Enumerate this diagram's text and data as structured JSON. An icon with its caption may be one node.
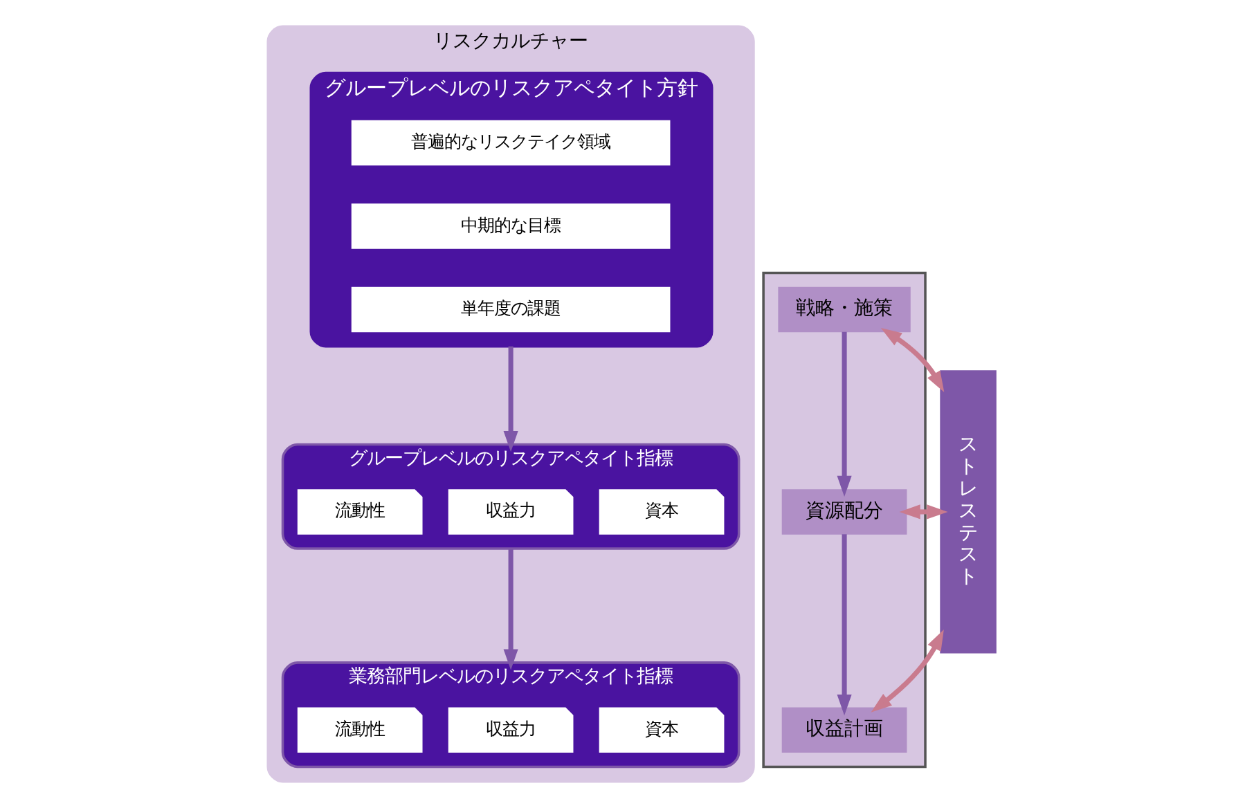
{
  "diagram": {
    "nodes": [
      {
        "text": [
          "リスクカルチャー"
        ]
      },
      {
        "text": [
          "グループレベルのリスクアペタイト方針"
        ],
        "in": 0
      },
      {
        "text": [
          "普遍的なリスクテイク領域"
        ],
        "in": 1
      },
      {
        "text": [
          "中期的な目標"
        ],
        "in": 1
      },
      {
        "text": [
          "単年度の課題"
        ],
        "in": 1
      },
      {
        "text": [
          "グループレベルのリスクアペタイト指標"
        ],
        "in": 0
      },
      {
        "text": [
          "資本"
        ],
        "in": 5
      },
      {
        "text": [
          "収益力"
        ],
        "in": 5
      },
      {
        "text": [
          "流動性"
        ],
        "in": 5
      },
      {
        "text": [
          "業務部門レベルのリスクアペタイト指標"
        ],
        "in": 0
      },
      {
        "text": [
          "資本"
        ],
        "in": 9
      },
      {
        "text": [
          "収益力"
        ],
        "in": 9
      },
      {
        "text": [
          "流動性"
        ],
        "in": 9
      },
      {
        "text": [
          "ストレステスト"
        ]
      },
      {
        "text": [],
        "shape": "box"
      },
      {
        "text": [
          "戦略・施策"
        ],
        "in": 14
      },
      {
        "text": [
          "資源配分"
        ],
        "in": 14
      },
      {
        "text": [
          "収益計画"
        ],
        "in": 14
      }
    ],
    "edges": [
      {
        "from": 1,
        "to": 5,
        "arrow": "to"
      },
      {
        "from": 5,
        "to": 9,
        "arrow": "to"
      },
      {
        "from": 15,
        "to": 16,
        "arrow": "to"
      },
      {
        "from": 16,
        "to": 17,
        "arrow": "to"
      },
      {
        "from": 13,
        "to": 15,
        "arrow": "both",
        "color": "#c97b8e"
      },
      {
        "from": 13,
        "to": 16,
        "arrow": "both",
        "color": "#c97b8e"
      },
      {
        "from": 13,
        "to": 17,
        "arrow": "both",
        "color": "#c97b8e"
      }
    ]
  }
}
